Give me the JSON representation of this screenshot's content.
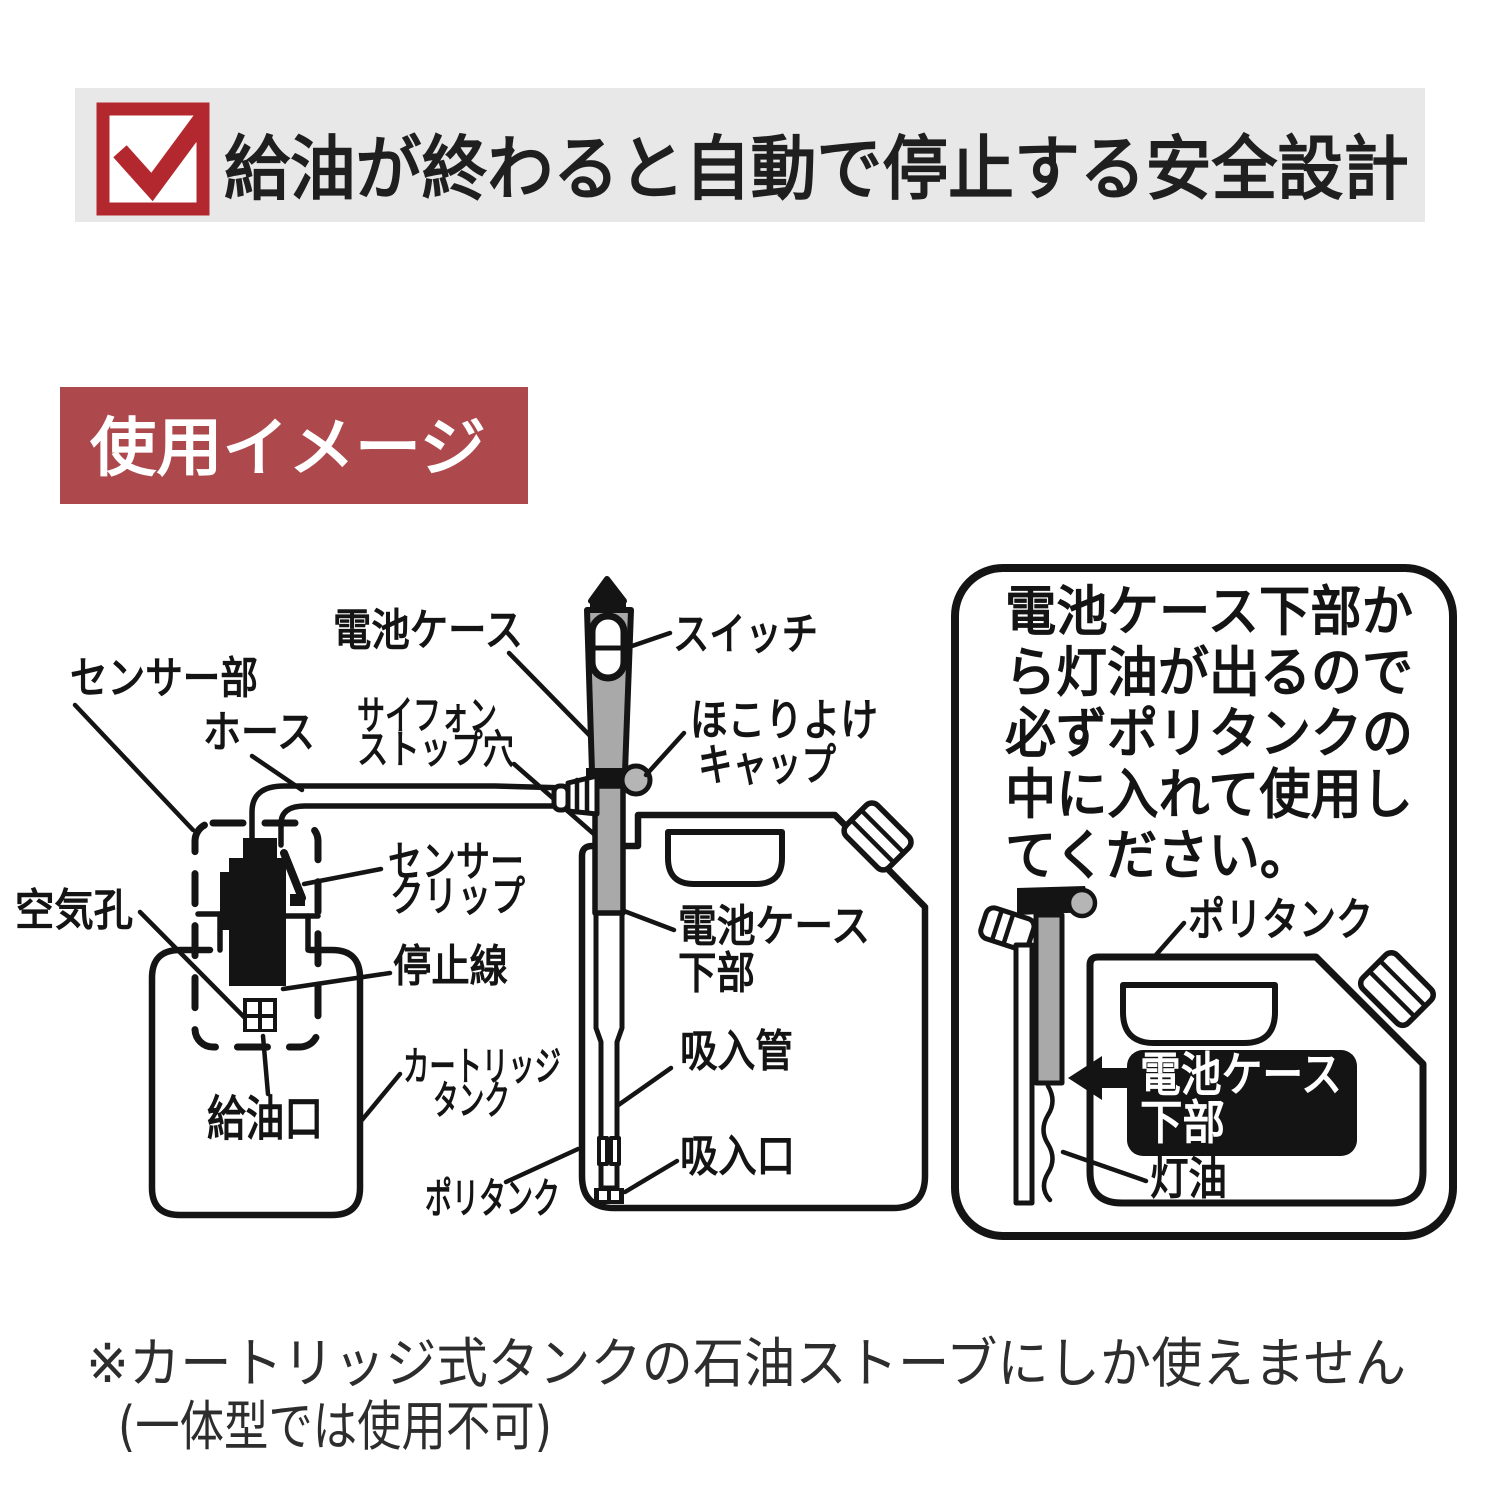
{
  "colors": {
    "header_bg": "#e8e8e8",
    "check_red": "#b2282e",
    "section_red": "#ad494d",
    "ink": "#141414",
    "pump_gray": "#a9a9a9",
    "white": "#ffffff"
  },
  "header": {
    "title": "給油が終わると自動で停止する安全設計"
  },
  "section_label": {
    "text": "使用イメージ"
  },
  "diagram": {
    "left": {
      "sensor_unit": "センサー部",
      "hose": "ホース",
      "battery_case": "電池ケース",
      "siphon_stop_hole_line1": "サイフォン",
      "siphon_stop_hole_line2": "ストップ穴",
      "air_hole": "空気孔",
      "sensor_clip_line1": "センサー",
      "sensor_clip_line2": "クリップ",
      "stop_line": "停止線",
      "fuel_inlet": "給油口",
      "cartridge_tank_line1": "カートリッジ",
      "cartridge_tank_line2": "タンク",
      "poly_tank": "ポリタンク"
    },
    "middle": {
      "switch": "スイッチ",
      "dust_cap_line1": "ほこりよけ",
      "dust_cap_line2": "キャップ",
      "battery_case_bottom_line1": "電池ケース",
      "battery_case_bottom_line2": "下部",
      "suction_pipe": "吸入管",
      "suction_inlet": "吸入口"
    },
    "right_panel": {
      "note_lines": [
        "電池ケース下部か",
        "ら灯油が出るので",
        "必ずポリタンクの",
        "中に入れて使用し",
        "てください。"
      ],
      "poly_tank": "ポリタンク",
      "battery_case_bottom_line1": "電池ケース",
      "battery_case_bottom_line2": "下部",
      "kerosene": "灯油"
    }
  },
  "footnote": {
    "line1": "※カートリッジ式タンクの石油ストーブにしか使えません",
    "line2": "(一体型では使用不可)"
  }
}
